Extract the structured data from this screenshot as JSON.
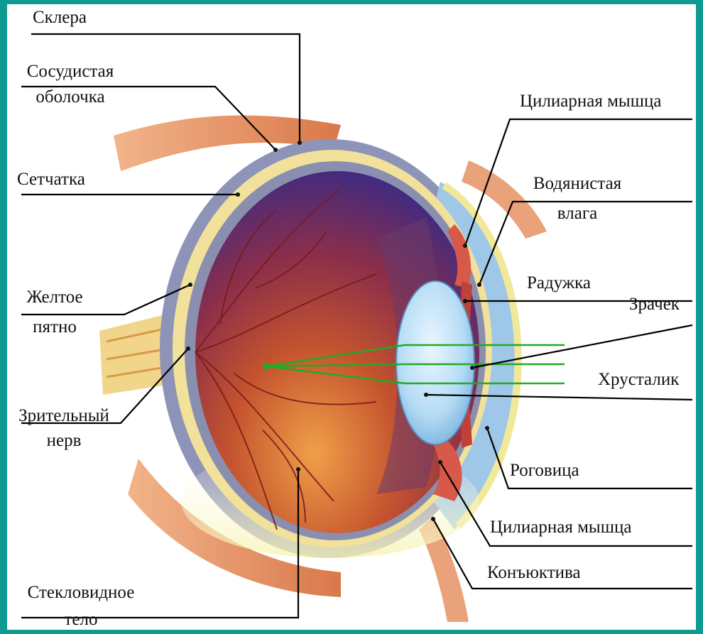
{
  "labels": {
    "sclera": "Склера",
    "choroid_1": "Сосудистая",
    "choroid_2": "оболочка",
    "retina": "Сетчатка",
    "macula_1": "Желтое",
    "macula_2": "пятно",
    "optic_nerve_1": "Зрительный",
    "optic_nerve_2": "нерв",
    "vitreous_1": "Стекловидное",
    "vitreous_2": "тело",
    "ciliary_muscle_top": "Цилиарная мышца",
    "aqueous_1": "Водянистая",
    "aqueous_2": "влага",
    "iris": "Радужка",
    "pupil": "Зрачек",
    "lens": "Хрусталик",
    "cornea": "Роговица",
    "ciliary_muscle_bottom": "Цилиарная мышца",
    "conjunctiva": "Конъюктива"
  },
  "colors": {
    "frame": "#0e9a90",
    "sclera": "#8b8fb0",
    "retina": "#e8d98a",
    "vitreous_top": "#3a2a8a",
    "vitreous_bottom": "#d9823a",
    "lens": "#a9d3ef",
    "muscle": "#e07a6a",
    "rays": "#22aa22"
  }
}
